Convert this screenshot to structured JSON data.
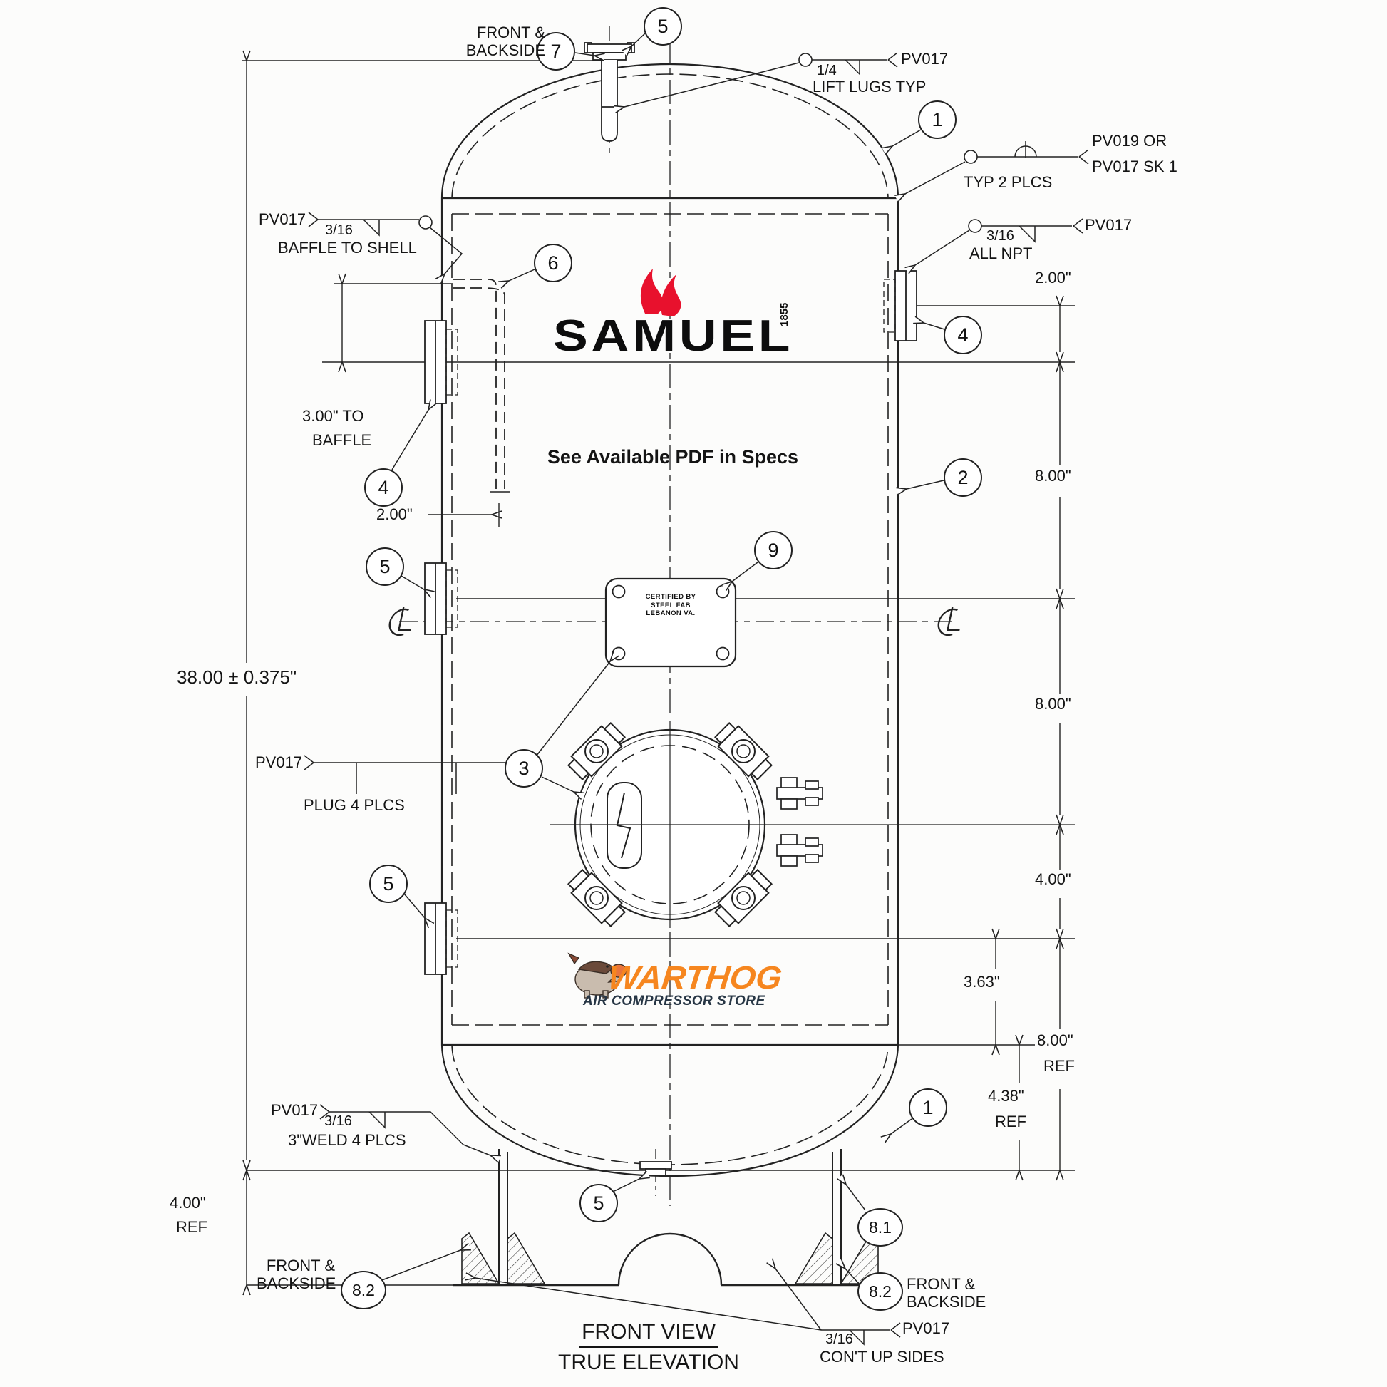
{
  "drawing": {
    "title_line1": "FRONT VIEW",
    "title_line2": "TRUE ELEVATION"
  },
  "notes": {
    "front_backside_1": "FRONT &",
    "front_backside_2": "BACKSIDE",
    "see_specs": "See Available PDF in Specs",
    "lift_lugs": "LIFT LUGS TYP",
    "typ_2_plcs": "TYP 2 PLCS",
    "all_npt": "ALL NPT",
    "baffle_to_shell": "BAFFLE TO SHELL",
    "plug_4_plcs": "PLUG 4 PLCS",
    "weld_4_plcs": "3\"WELD 4 PLCS",
    "cont_up_sides": "CON'T UP SIDES",
    "to_baffle_1": "3.00\" TO",
    "to_baffle_2": "BAFFLE"
  },
  "refs": {
    "pv017": "PV017",
    "pv019_or": "PV019 OR",
    "pv017_sk1": "PV017 SK 1"
  },
  "welds": {
    "w14": "1/4",
    "w316": "3/16"
  },
  "dims": {
    "overall": "38.00 ± 0.375\"",
    "top_port": "2.00\"",
    "baffle_gap": "2.00\"",
    "span_8a": "8.00\"",
    "span_8b": "8.00\"",
    "span_4": "4.00\"",
    "d363": "3.63\"",
    "span_8ref": "8.00\"",
    "ref_a": "REF",
    "d438": "4.38\"",
    "ref_b": "REF",
    "legs": "4.00\"",
    "ref_c": "REF"
  },
  "balloons": {
    "n1": "1",
    "n2": "2",
    "n3": "3",
    "n4": "4",
    "n5": "5",
    "n6": "6",
    "n7": "7",
    "n9": "9",
    "n81": "8.1",
    "n82": "8.2"
  },
  "logos": {
    "samuel_name": "SAMUEL",
    "samuel_year": "1855",
    "warthog_name": "WARTHOG",
    "warthog_tagline": "AIR COMPRESSOR STORE"
  },
  "nameplate": {
    "l1": "CERTIFIED BY",
    "l2": "STEEL FAB",
    "l3": "LEBANON VA."
  },
  "colors": {
    "accent_red": "#e8112d",
    "warthog_orange": "#f6861f",
    "line": "#222222"
  }
}
